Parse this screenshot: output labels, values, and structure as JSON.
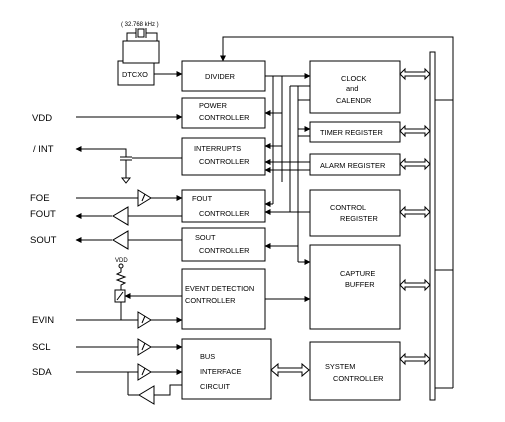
{
  "crystal_label": "( 32.768 kHz )",
  "blocks": {
    "dtcxo": "DTCXO",
    "divider": "DIVIDER",
    "power_l1": "POWER",
    "power_l2": "CONTROLLER",
    "interrupts_l1": "INTERRUPTS",
    "interrupts_l2": "CONTROLLER",
    "fout_l1": "FOUT",
    "fout_l2": "CONTROLLER",
    "sout_l1": "SOUT",
    "sout_l2": "CONTROLLER",
    "event_l1": "EVENT DETECTION",
    "event_l2": "CONTROLLER",
    "bus_l1": "BUS",
    "bus_l2": "INTERFACE",
    "bus_l3": "CIRCUIT",
    "clock_l1": "CLOCK",
    "clock_l2": "and",
    "clock_l3": "CALENDR",
    "timer": "TIMER REGISTER",
    "alarm": "ALARM REGISTER",
    "control_l1": "CONTROL",
    "control_l2": "REGISTER",
    "capture_l1": "CAPTURE",
    "capture_l2": "BUFFER",
    "system_l1": "SYSTEM",
    "system_l2": "CONTROLLER"
  },
  "pins": {
    "vdd": "VDD",
    "int": "/ INT",
    "foe": "FOE",
    "fout": "FOUT",
    "sout": "SOUT",
    "evin": "EVIN",
    "scl": "SCL",
    "sda": "SDA",
    "vdd_small": "VDD"
  }
}
